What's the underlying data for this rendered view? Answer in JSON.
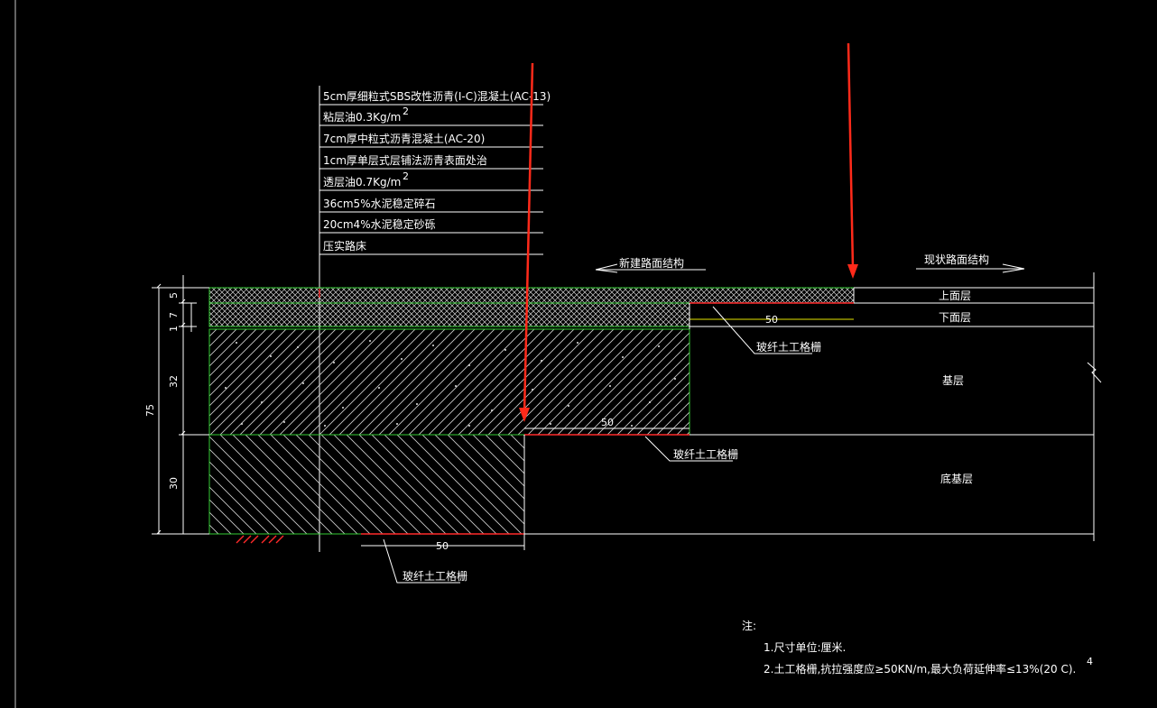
{
  "layer_legend": [
    "5cm厚细粒式SBS改性沥青(I-C)混凝土(AC-13)",
    "粘层油0.3Kg/m",
    "7cm厚中粒式沥青混凝土(AC-20)",
    "1cm厚单层式层铺法沥青表面处治",
    "透层油0.7Kg/m",
    "36cm5%水泥稳定碎石",
    "20cm4%水泥稳定砂砾",
    "压实路床"
  ],
  "legend_superscript": "2",
  "headings": {
    "new_structure": "新建路面结构",
    "existing_structure": "现状路面结构"
  },
  "existing_layers": {
    "upper": "上面层",
    "lower": "下面层",
    "base": "基层",
    "subbase": "底基层"
  },
  "geogrid_label": "玻纤土工格栅",
  "dims": {
    "d5": "5",
    "d7": "7",
    "d1": "1",
    "d32": "32",
    "d75": "75",
    "d30": "30",
    "overlap": "50"
  },
  "notes": {
    "heading": "注:",
    "line1": "1.尺寸单位:厘米.",
    "line2": "2.土工格栅,抗拉强度应≥50KN/m,最大负荷延伸率≤13%(20 C)."
  },
  "corner_mark": "4",
  "colors": {
    "background": "#000000",
    "line": "#ffffff",
    "layer_outline": "#33cc33",
    "dimension": "#e6e600",
    "geogrid": "#ff2a2a",
    "arrow": "#ff2a1a"
  }
}
